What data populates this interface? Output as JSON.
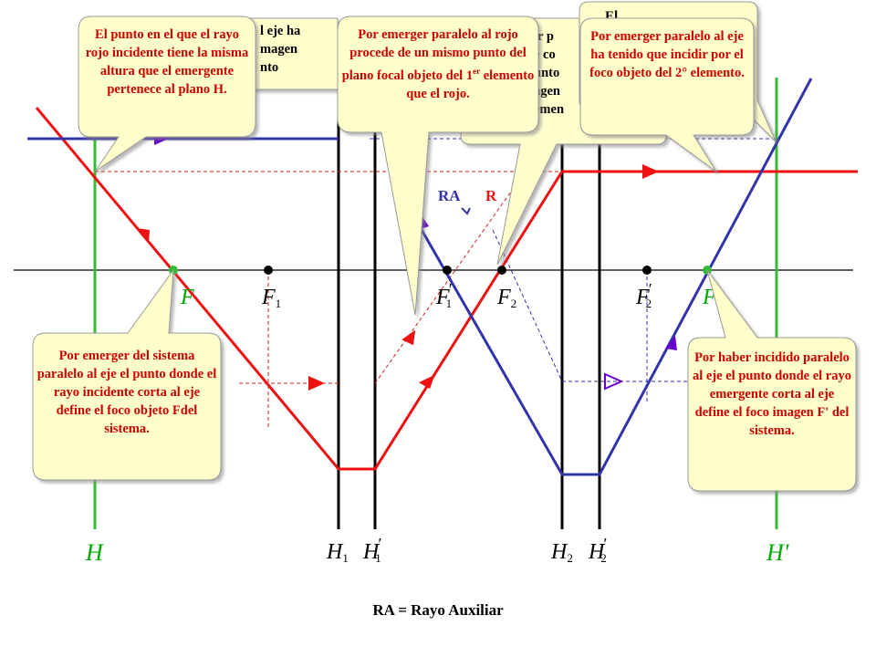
{
  "labels": {
    "f1": "F",
    "f1_sub": "1",
    "f1p": "F",
    "f1p_sub": "1",
    "f2": "F",
    "f2_sub": "2",
    "f2p": "F",
    "f2p_sub": "2",
    "prime": "′",
    "h1": "H",
    "h1_sub": "1",
    "h1p": "H",
    "h1p_sub": "1",
    "h2": "H",
    "h2_sub": "2",
    "h2p": "H",
    "h2p_sub": "2",
    "h": "H",
    "hp": "H'",
    "f_left_partial": "F",
    "f_right_partial": "F",
    "ra_blue": "RA",
    "ra_red_partial": "R",
    "legend": "RA = Rayo Auxiliar"
  },
  "callouts": {
    "top_left": "El punto en el que el rayo rojo incidente tiene la misma altura que el emergente pertenece al plano H.",
    "hidden_left": "l eje ha\nmagen\nnto",
    "top_center": "Por emerger paralelo al rojo procede de un mismo punto del plano focal objeto del 1",
    "top_center_sup": "er",
    "top_center_end": " elemento que el rojo.",
    "hidden_center": "ir p\ne co\nunto\nagen\nemen",
    "hidden_top_right": "El",
    "top_right": "Por emerger paralelo al eje ha tenido que incidir por el foco objeto del 2° elemento.",
    "bottom_left": "Por emerger del sistema paralelo al eje el punto donde el rayo incidente corta al eje define el foco objeto Fdel sistema.",
    "bottom_right": "Por haber incidido paralelo al eje el punto donde el rayo emergente corta al eje define el foco imagen F' del sistema."
  },
  "colors": {
    "red_ray": "#ee1111",
    "blue_ray": "#3333aa",
    "green_plane": "#33bb33",
    "callout_fill": "#ffffcc",
    "callout_text": "#cc0000",
    "purple_arrow": "#6600cc"
  }
}
